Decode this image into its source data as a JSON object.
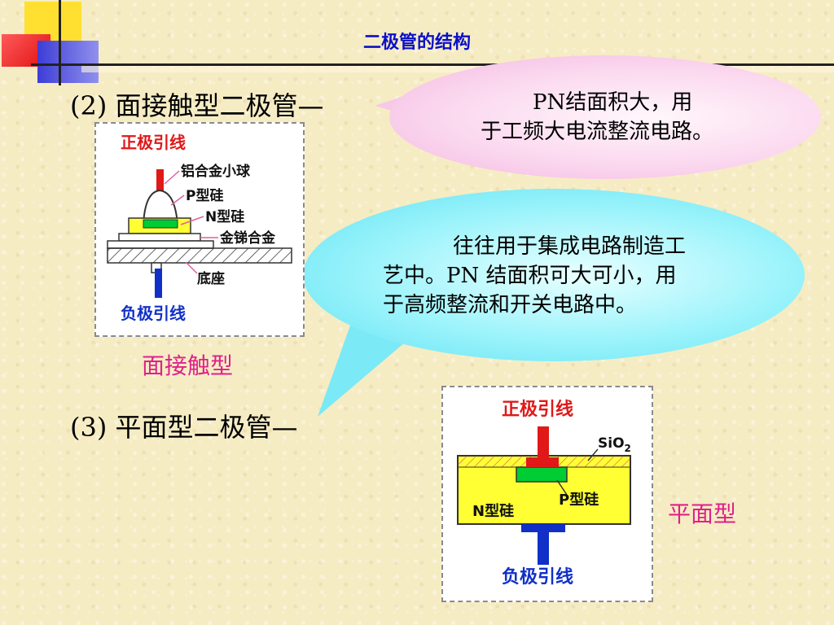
{
  "title": "二极管的结构",
  "section2": {
    "number": "(2)",
    "heading": "面接触型二极管—"
  },
  "section3": {
    "number": "(3)",
    "heading": "平面型二极管—"
  },
  "bubble_pink": {
    "line1": "PN结面积大，用",
    "line2": "于工频大电流整流电路。"
  },
  "bubble_cyan": {
    "line1": "往往用于集成电路制造工",
    "line2": "艺中。PN 结面积可大可小，用",
    "line3": "于高频整流和开关电路中。"
  },
  "diagram1": {
    "top_lead": "正极引线",
    "ball": "铝合金小球",
    "p_si": "P型硅",
    "n_si": "N型硅",
    "alloy": "金锑合金",
    "base": "底座",
    "bottom_lead": "负极引线",
    "caption": "面接触型"
  },
  "diagram2": {
    "top_lead": "正极引线",
    "sio2_main": "SiO",
    "sio2_sub": "2",
    "n_si": "N型硅",
    "p_si": "P型硅",
    "bottom_lead": "负极引线",
    "caption": "平面型"
  },
  "colors": {
    "title_blue": "#0a10c8",
    "caption_pink": "#e0208a",
    "label_red": "#e01818",
    "label_blue": "#1030c8",
    "silicon_yellow": "#ffff33",
    "p_green": "#00cc33"
  }
}
